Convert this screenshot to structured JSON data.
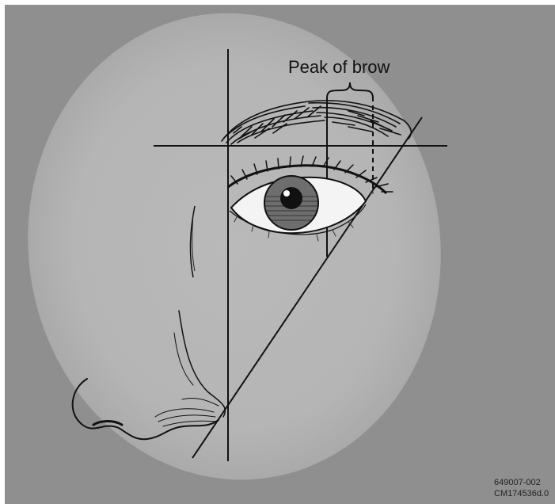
{
  "diagram": {
    "peak_label": "Peak of brow",
    "code_line1": "649007-002",
    "code_line2": "CM174536d.0"
  },
  "colors": {
    "background": "#8f8f8f",
    "highlight": "#b9b9b9",
    "ink": "#111111",
    "sclera": "#f4f4f4",
    "iris": "#6e6e6e"
  }
}
